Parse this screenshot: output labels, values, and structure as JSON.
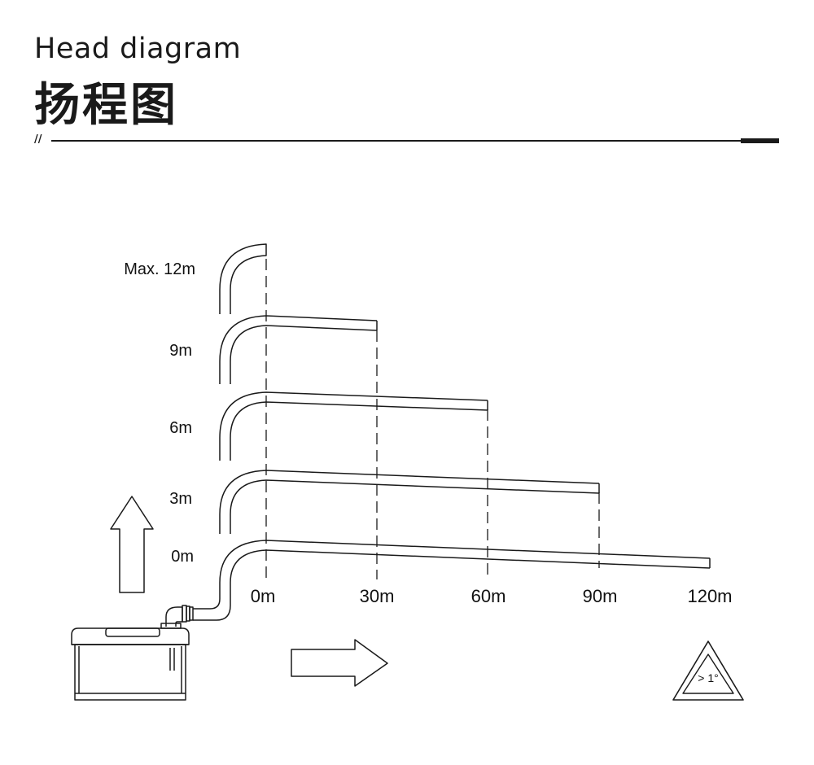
{
  "header": {
    "title_en": "Head diagram",
    "title_zh": "扬程图",
    "slashes": "//"
  },
  "diagram": {
    "height_labels": [
      "Max. 12m",
      "9m",
      "6m",
      "3m",
      "0m"
    ],
    "distance_labels": [
      "0m",
      "30m",
      "60m",
      "90m",
      "120m"
    ],
    "slope_badge": "> 1°",
    "arrow_icons": [
      "up-arrow-icon",
      "right-arrow-icon"
    ],
    "stroke_color": "#1a1a1a"
  }
}
